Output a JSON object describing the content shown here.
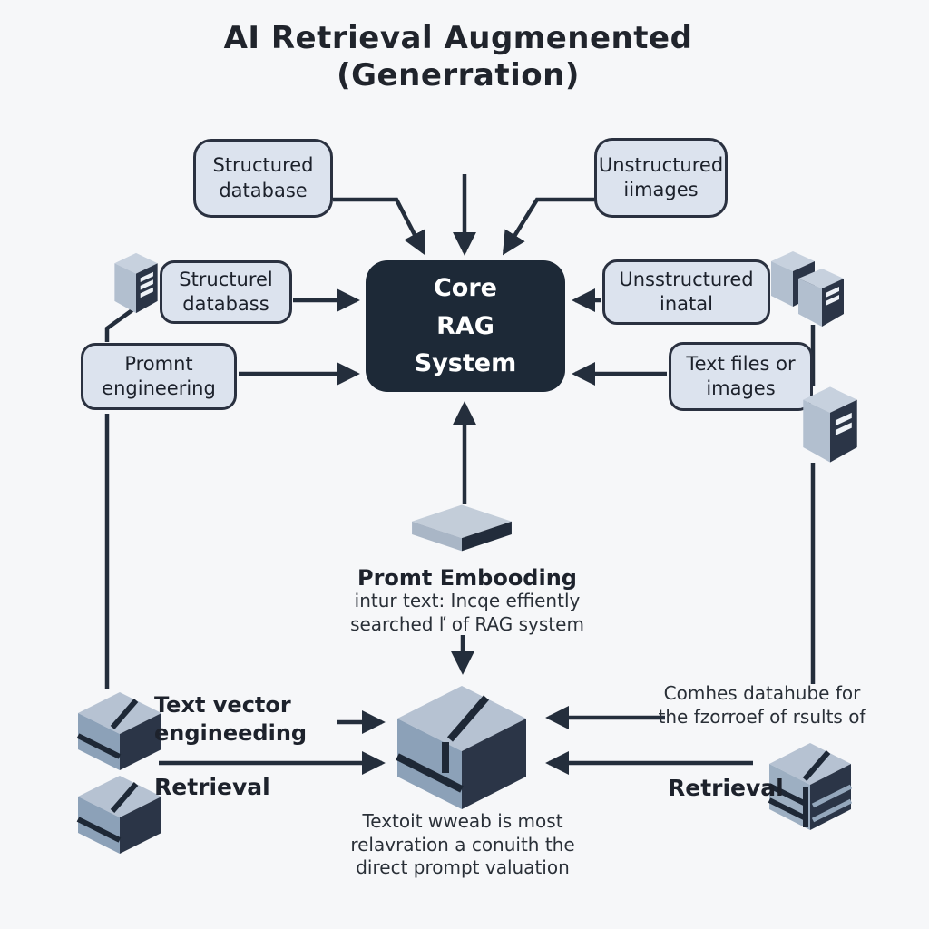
{
  "title": "AI Retrieval Augmenented\n(Generration)",
  "core_system": {
    "label": "Core\nRAG\nSystem"
  },
  "input_boxes": {
    "structured_database_top": "Structured\ndatabase",
    "unstructured_images_top": "Unstructured\niimages",
    "structured_database_left": "Structurel\ndatabass",
    "prompt_engineering_left": "Promnt\nengineering",
    "unstructured_data_right": "Unsstructured\ninatal",
    "text_files_right": "Text files or\nimages"
  },
  "embedding": {
    "title": "Promt Embooding",
    "description": "intur text: Incqe effiently\nsearched ľ of RAG system"
  },
  "retrieval_left": {
    "label1": "Text vector\nengineeding",
    "label2": "Retrieval"
  },
  "retrieval_right": {
    "label1": "Comhes datahube for\nthe fzorroef of rsults of",
    "label2": "Retrieval"
  },
  "vector_store_caption": "Textoit wweab is most\nrelavration a conuith the\ndirect prompt valuation",
  "icons": {
    "left_server": "server-tower-icon",
    "right_server_pair": "server-tower-pair-icon",
    "right_server_large": "server-tower-icon",
    "embedding_platform": "embedding-platform-icon",
    "center_vector_cube": "vector-store-cube-icon",
    "left_vector_cubes": "vector-store-cube-icon",
    "right_vector_cube": "vector-store-cube-icon"
  },
  "colors": {
    "background": "#f6f7f9",
    "box_fill": "#dce3ee",
    "box_border": "#2a3140",
    "core_fill": "#1d2937",
    "core_text": "#ffffff",
    "connector": "#242e3c",
    "cube_top": "#b6c2d2",
    "cube_side_light": "#8ca1b8",
    "cube_side_dark": "#2b3547"
  }
}
